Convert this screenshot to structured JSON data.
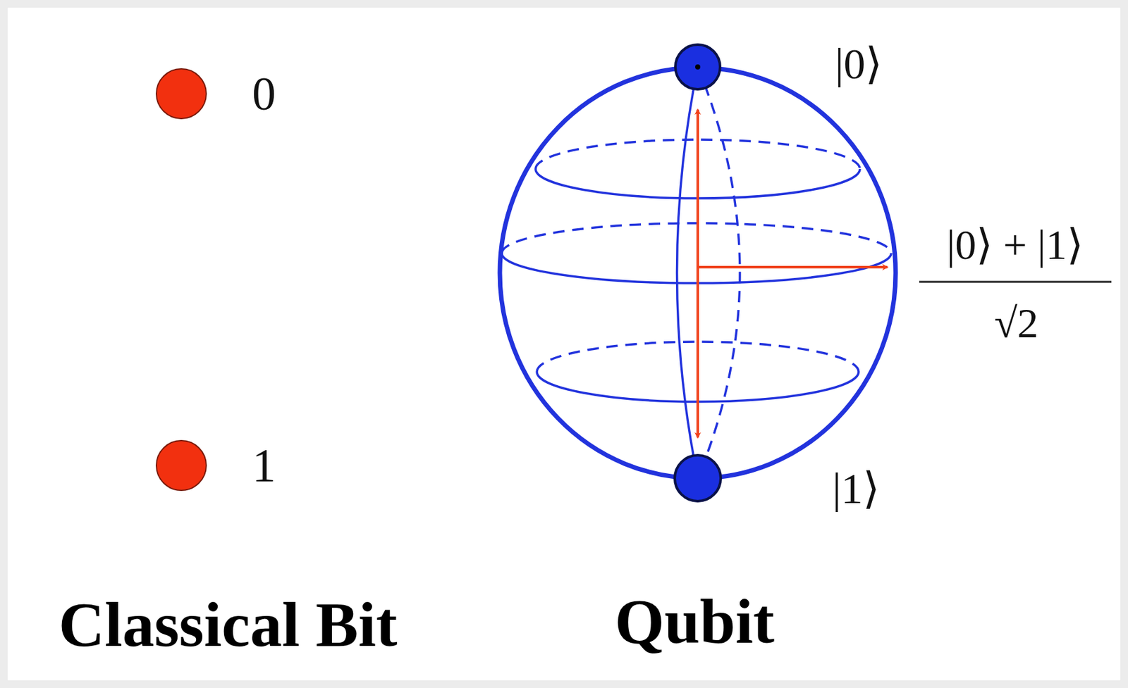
{
  "diagram": {
    "labels": [
      "0",
      "1",
      "Classical Bit",
      "|0⟩",
      "|0⟩ + |1⟩",
      "√2",
      "|1⟩",
      "Qubit"
    ]
  }
}
